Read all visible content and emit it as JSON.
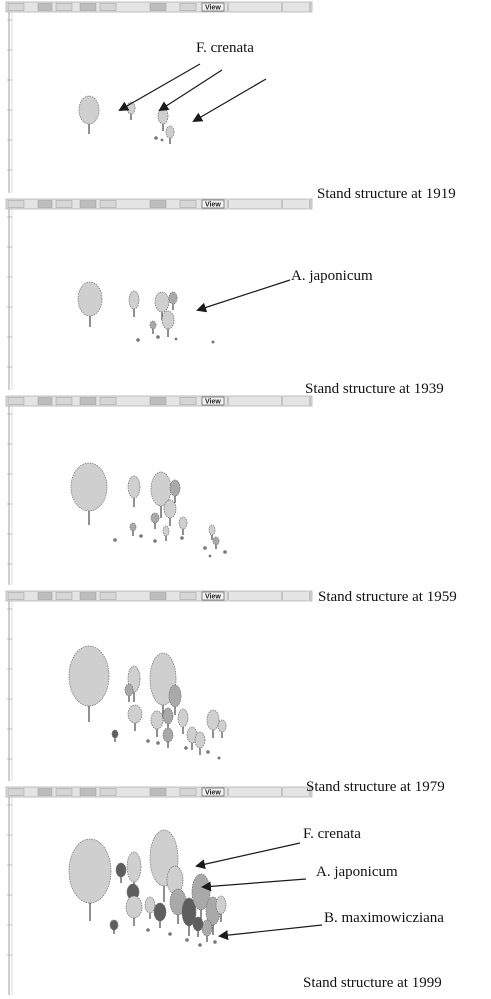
{
  "panels": [
    {
      "caption": "Stand structure at 1919",
      "toolbar": {
        "view_label": "View"
      }
    },
    {
      "caption": "Stand structure at 1939",
      "toolbar": {
        "view_label": "View"
      }
    },
    {
      "caption": "Stand structure at 1959",
      "toolbar": {
        "view_label": "View"
      }
    },
    {
      "caption": "Stand structure at 1979",
      "toolbar": {
        "view_label": "View"
      }
    },
    {
      "caption": "Stand structure at 1999",
      "toolbar": {
        "view_label": "View"
      }
    }
  ],
  "annotations": {
    "panel1": [
      "F. crenata"
    ],
    "panel2": [
      "A. japonicum"
    ],
    "panel5": [
      "F. crenata",
      "A. japonicum",
      "B. maximowicziana"
    ]
  },
  "colors": {
    "crown_light": "#cfcfcf",
    "crown_mid": "#a9a9a9",
    "crown_dark": "#5e5e5e",
    "stem": "#555555",
    "toolbar_bg": "#e4e4e4",
    "toolbar_border": "#9a9a9a",
    "arrow": "#1a1a1a"
  }
}
